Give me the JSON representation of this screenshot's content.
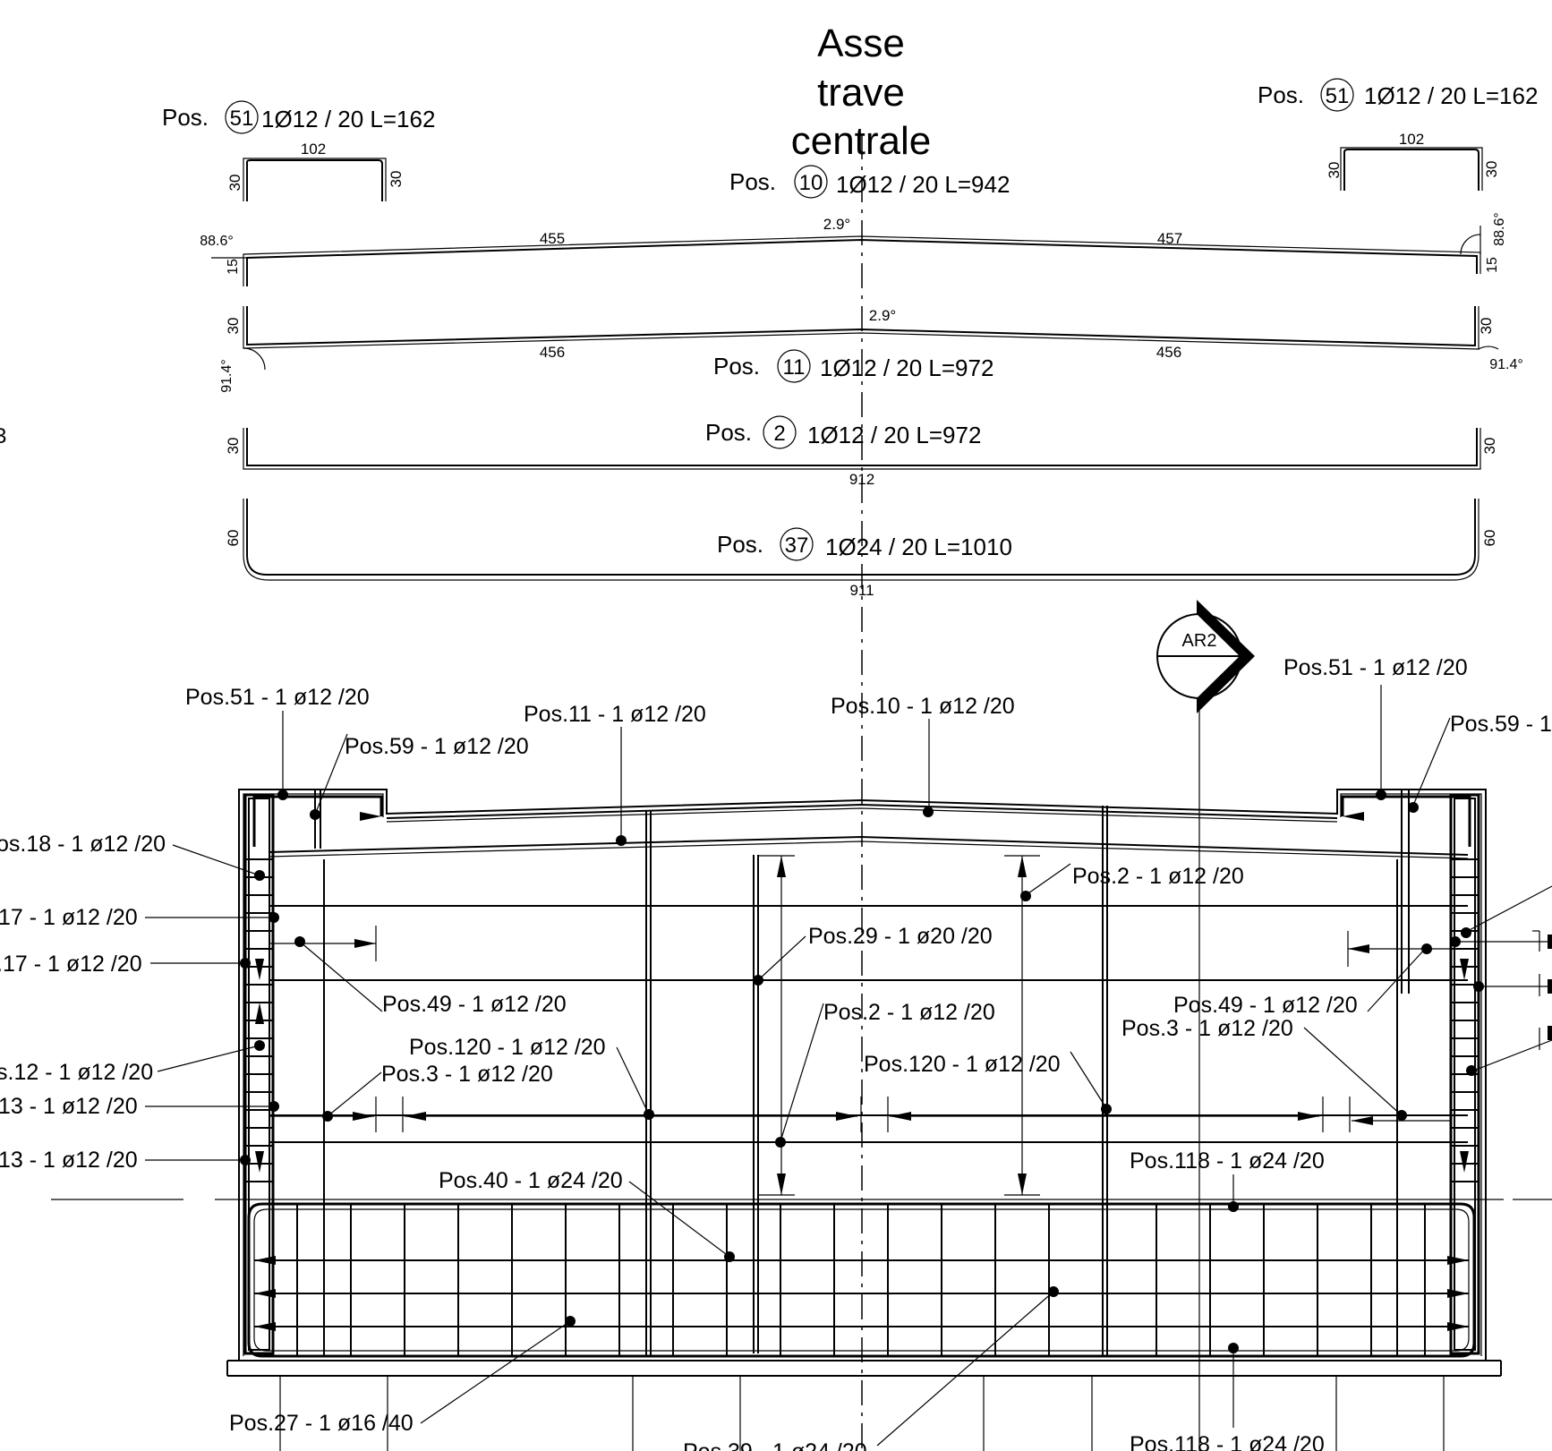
{
  "title": {
    "line1": "Asse",
    "line2": "trave",
    "line3": "centrale"
  },
  "pos_prefix": "Pos.",
  "left_edge_fragment": "3",
  "bars": {
    "pos51_left": {
      "number": "51",
      "spec": "1Ø12 / 20 L=162",
      "dim_top": "102",
      "dim_left": "30",
      "dim_right": "30"
    },
    "pos51_right": {
      "number": "51",
      "spec": "1Ø12 / 20 L=162",
      "dim_top": "102",
      "dim_left": "30",
      "dim_right": "30"
    },
    "pos10": {
      "number": "10",
      "spec": "1Ø12 / 20 L=942",
      "angle_top": "2.9°",
      "len_left": "455",
      "len_right": "457",
      "angle_left": "88.6°",
      "angle_right": "88.6°",
      "leg_left": "15",
      "leg_right": "15"
    },
    "pos11": {
      "number": "11",
      "spec": "1Ø12 / 20 L=972",
      "angle_top": "2.9°",
      "len_left": "456",
      "len_right": "456",
      "angle_left": "91.4°",
      "angle_right": "91.4°",
      "leg_left": "30",
      "leg_right": "30"
    },
    "pos2": {
      "number": "2",
      "spec": "1Ø12 / 20 L=972",
      "len": "912",
      "leg_left": "30",
      "leg_right": "30"
    },
    "pos37": {
      "number": "37",
      "spec": "1Ø24 / 20 L=1010",
      "len": "911",
      "leg_left": "60",
      "leg_right": "60"
    }
  },
  "section_marker": "AR2",
  "callouts": {
    "c51_left": "Pos.51 - 1 ø12 /20",
    "c59_left": "Pos.59 - 1 ø12 /20",
    "c11": "Pos.11 - 1 ø12 /20",
    "c10": "Pos.10 - 1 ø12 /20",
    "c51_right": "Pos.51 - 1 ø12 /20",
    "c59_right": "Pos.59 - 1",
    "c18": "os.18 - 1 ø12 /20",
    "c17a": "17 - 1 ø12 /20",
    "c17b": ".17 - 1 ø12 /20",
    "c2a": "Pos.2 - 1 ø12 /20",
    "c29": "Pos.29 - 1 ø20 /20",
    "c49_left": "Pos.49 - 1 ø12 /20",
    "c49_right": "Pos.49 - 1 ø12 /20",
    "c2b": "Pos.2 - 1 ø12 /20",
    "c3_right": "Pos.3 - 1 ø12 /20",
    "c120_left": "Pos.120 - 1 ø12 /20",
    "c120_right": "Pos.120 - 1 ø12 /20",
    "c12": "s.12 - 1 ø12 /20",
    "c3_left": "Pos.3 - 1 ø12 /20",
    "c13a": "13 - 1 ø12 /20",
    "c13b": "13 - 1 ø12 /20",
    "c118_top": "Pos.118 - 1 ø24 /20",
    "c40": "Pos.40 - 1 ø24 /20",
    "c27": "Pos.27 - 1 ø16 /40",
    "c39": "Pos.39 - 1 ø24 /20",
    "c118_bottom": "Pos.118 - 1 ø24 /20"
  }
}
